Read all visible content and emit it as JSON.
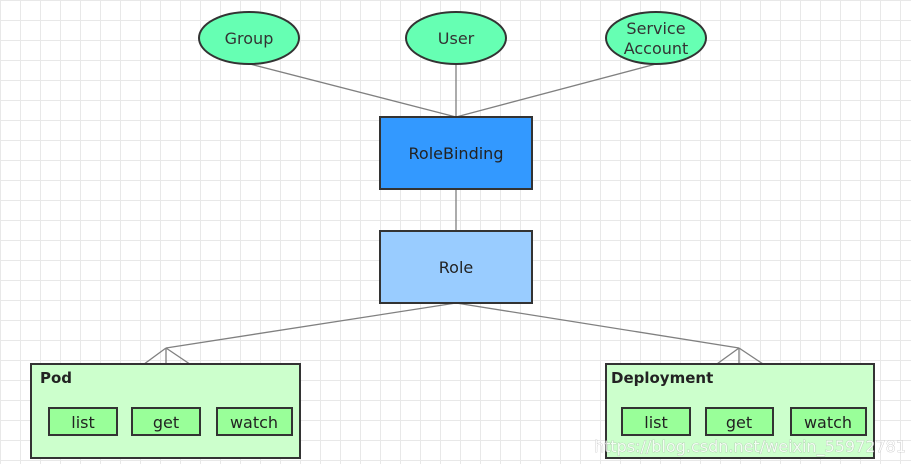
{
  "subjects": [
    {
      "lines": [
        "Group"
      ]
    },
    {
      "lines": [
        "User"
      ]
    },
    {
      "lines": [
        "Service",
        "Account"
      ]
    }
  ],
  "role_binding": {
    "label": "RoleBinding"
  },
  "role": {
    "label": "Role"
  },
  "resources": [
    {
      "title": "Pod",
      "verbs": [
        "list",
        "get",
        "watch"
      ]
    },
    {
      "title": "Deployment",
      "verbs": [
        "list",
        "get",
        "watch"
      ]
    }
  ],
  "watermark": "https://blog.csdn.net/weixin_55972781",
  "colors": {
    "subject_fill": "#66ffb3",
    "role_binding_fill": "#3399ff",
    "role_fill": "#99ccff",
    "resource_fill": "#ccffcc",
    "verb_fill": "#99ff99",
    "stroke": "#333333",
    "connector": "#808080"
  }
}
